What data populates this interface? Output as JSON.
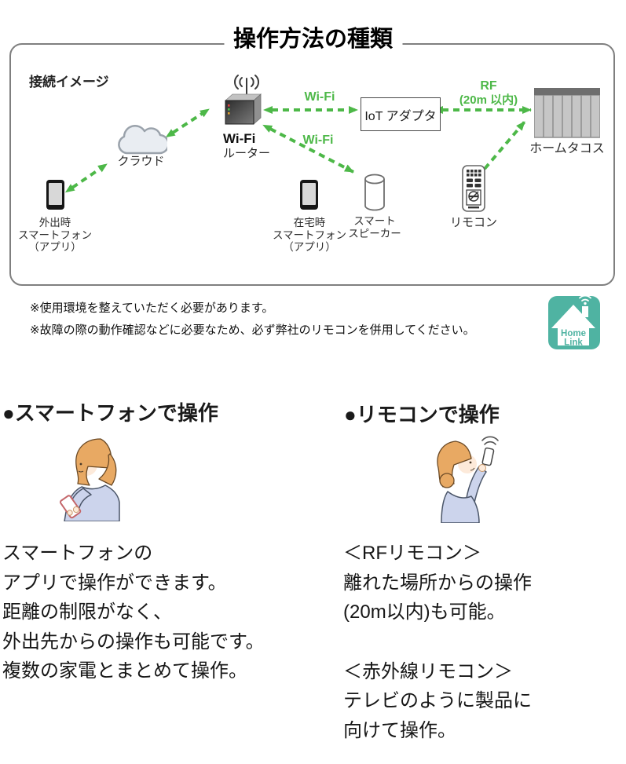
{
  "title": "操作方法の種類",
  "diagram": {
    "heading": "接続イメージ",
    "cloud_label": "クラウド",
    "router_label1": "Wi-Fi",
    "router_label2": "ルーター",
    "iot_label": "IoT アダプタ",
    "wifi_label_top": "Wi-Fi",
    "wifi_label_bottom": "Wi-Fi",
    "rf_label1": "RF",
    "rf_label2": "(20m 以内)",
    "heater_label": "ホームタコス",
    "phone_out": [
      "外出時",
      "スマートフォン",
      "（アプリ）"
    ],
    "phone_home": [
      "在宅時",
      "スマートフォン",
      "（アプリ）"
    ],
    "speaker": [
      "スマート",
      "スピーカー"
    ],
    "remote_label": "リモコン"
  },
  "notes": [
    "※使用環境を整えていただく必要があります。",
    "※故障の際の動作確認などに必要なため、必ず弊社のリモコンを併用してください。"
  ],
  "badge": {
    "line1": "Home",
    "line2": "Link"
  },
  "sections": {
    "left": {
      "heading": "●スマートフォンで操作",
      "lines": [
        "スマートフォンの",
        "アプリで操作ができます。",
        "距離の制限がなく、",
        "外出先からの操作も可能です。",
        "複数の家電とまとめて操作。"
      ]
    },
    "right": {
      "heading": "●リモコンで操作",
      "block1": [
        "＜RFリモコン＞",
        "離れた場所からの操作",
        "(20m以内)も可能。"
      ],
      "block2": [
        "＜赤外線リモコン＞",
        "テレビのように製品に",
        "向けて操作。"
      ]
    }
  },
  "colors": {
    "green": "#4db848",
    "teal": "#4fb3a2"
  }
}
